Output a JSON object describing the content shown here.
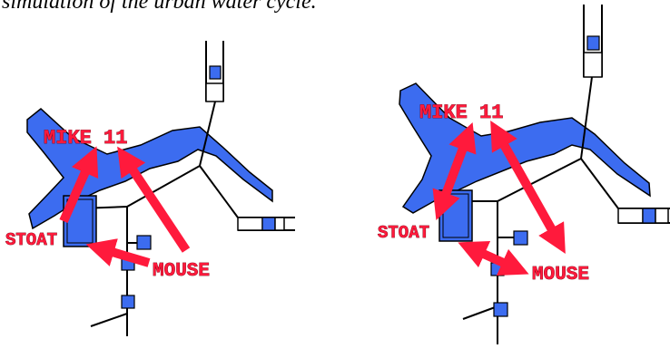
{
  "caption": "simulation of the urban water cycle.",
  "colors": {
    "river": "#3c6cf0",
    "arrow": "#ff1a3c",
    "line": "#000000",
    "box": "#3c6cf0"
  },
  "panels": [
    {
      "labels": {
        "mike": "MIKE 11",
        "stoat": "STOAT",
        "mouse": "MOUSE"
      },
      "arrow_style": "one-way"
    },
    {
      "labels": {
        "mike": "MIKE 11",
        "stoat": "STOAT",
        "mouse": "MOUSE"
      },
      "arrow_style": "two-way"
    }
  ]
}
